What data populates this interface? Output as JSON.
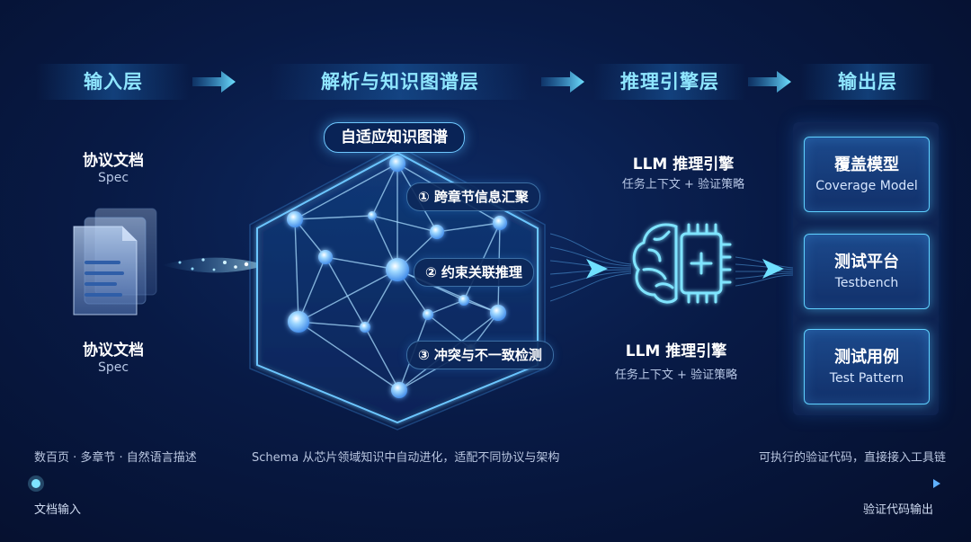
{
  "headers": {
    "input": "输入层",
    "parse": "解析与知识图谱层",
    "reason": "推理引擎层",
    "output": "输出层"
  },
  "input_layer": {
    "doc1_title": "协议文档",
    "doc1_sub": "Spec",
    "doc2_title": "协议文档",
    "doc2_sub": "Spec"
  },
  "graph_layer": {
    "title": "自适应知识图谱",
    "steps": [
      "① 跨章节信息汇聚",
      "② 约束关联推理",
      "③ 冲突与不一致检测"
    ]
  },
  "reason_layer": {
    "engine1_title": "LLM 推理引擎",
    "engine1_sub": "任务上下文 + 验证策略",
    "engine2_title": "LLM 推理引擎",
    "engine2_sub": "任务上下文 + 验证策略"
  },
  "output_layer": {
    "boxes": [
      {
        "title": "覆盖模型",
        "sub": "Coverage Model"
      },
      {
        "title": "测试平台",
        "sub": "Testbench"
      },
      {
        "title": "测试用例",
        "sub": "Test Pattern"
      }
    ]
  },
  "notes": {
    "input": "数百页 · 多章节 · 自然语言描述",
    "graph": "Schema 从芯片领域知识中自动进化，适配不同协议与架构",
    "output": "可执行的验证代码，直接接入工具链"
  },
  "timeline": {
    "start": "文档输入",
    "end": "验证代码输出"
  },
  "colors": {
    "accent": "#5fd0ff",
    "header_text": "#8fe6ff",
    "background": "#081a45"
  }
}
